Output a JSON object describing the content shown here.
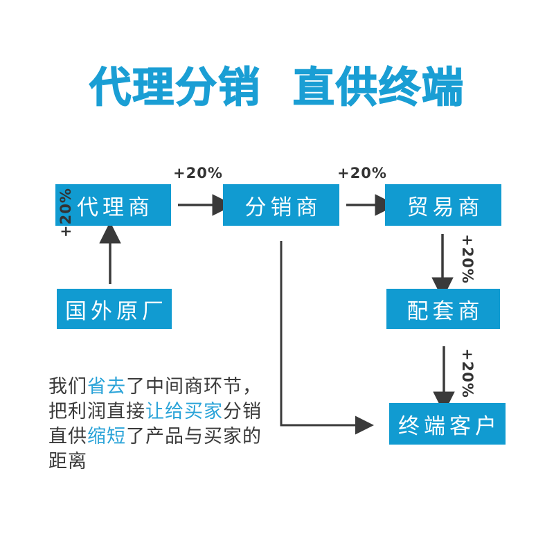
{
  "title": "代理分销  直供终端",
  "colors": {
    "brand_blue": "#119bd1",
    "title_blue": "#1a9ed4",
    "highlight_blue": "#2aa3d8",
    "arrow_gray": "#3a3a3a",
    "body_text": "#3a3a3a",
    "background": "#ffffff"
  },
  "nodes": {
    "agent": "代理商",
    "distributor": "分销商",
    "trader": "贸易商",
    "factory": "国外原厂",
    "supplier": "配套商",
    "customer": "终端客户"
  },
  "markups": {
    "agent_to_distributor": "+20%",
    "distributor_to_trader": "+20%",
    "factory_to_agent": "+20%",
    "trader_to_supplier": "+20%",
    "supplier_to_customer": "+20%"
  },
  "paragraph": {
    "line1_pre": "我们",
    "line1_hl": "省去",
    "line1_post": "了中间商环节，",
    "line2_pre": "把利润直接",
    "line2_hl": "让给买家",
    "line2_post": "分销",
    "line3_pre": "直供",
    "line3_hl": "缩短",
    "line3_post": "了产品与买家的",
    "line4": "距离"
  }
}
